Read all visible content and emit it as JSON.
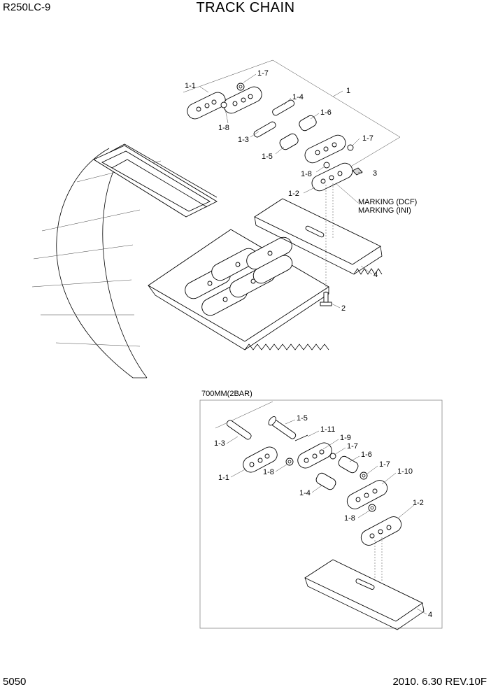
{
  "header": {
    "model": "R250LC-9",
    "title": "TRACK CHAIN"
  },
  "footer": {
    "page": "5050",
    "date_rev": "2010. 6.30  REV.10F"
  },
  "main_diagram": {
    "callouts": {
      "c1": "1",
      "c1_1": "1-1",
      "c1_7a": "1-7",
      "c1_8a": "1-8",
      "c1_4": "1-4",
      "c1_6": "1-6",
      "c1_3": "1-3",
      "c1_5": "1-5",
      "c1_7b": "1-7",
      "c1_8b": "1-8",
      "c3": "3",
      "c1_2": "1-2",
      "c4": "4",
      "c2": "2"
    },
    "marking_1": "MARKING (DCF)",
    "marking_2": "MARKING (INI)"
  },
  "inset_diagram": {
    "title": "700MM(2BAR)",
    "callouts": {
      "c1_5": "1-5",
      "c1_11": "1-11",
      "c1_3": "1-3",
      "c1_9": "1-9",
      "c1_7a": "1-7",
      "c1_6": "1-6",
      "c1_1": "1-1",
      "c1_8a": "1-8",
      "c1_7b": "1-7",
      "c1_10": "1-10",
      "c1_4": "1-4",
      "c1_2": "1-2",
      "c1_8b": "1-8",
      "c4": "4"
    }
  }
}
